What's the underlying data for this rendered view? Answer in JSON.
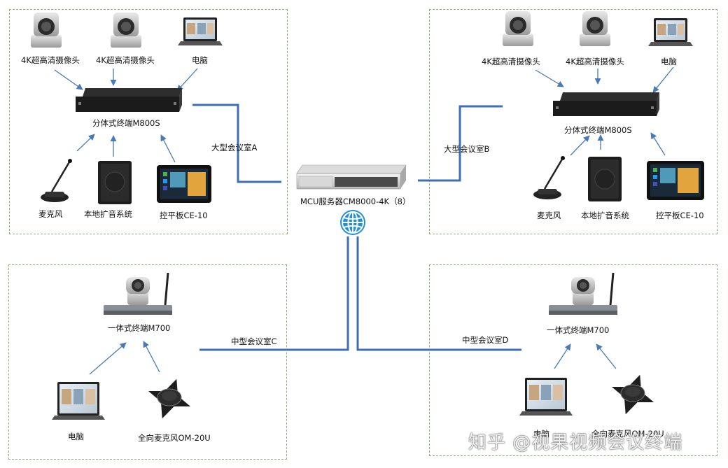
{
  "colors": {
    "link": "#3f6fb0",
    "arrow": "#4a7ab5",
    "border": "#8bb07a"
  },
  "center": {
    "server_label": "MCU服务器CM8000-4K（8）",
    "network_icon": "globe-icon"
  },
  "room_a": {
    "room_label": "大型会议室A",
    "camera1_label": "4K超高清摄像头",
    "camera2_label": "4K超高清摄像头",
    "computer_label": "电脑",
    "terminal_label": "分体式终端M800S",
    "mic_label": "麦克风",
    "speaker_label": "本地扩音系统",
    "panel_label": "控平板CE-10"
  },
  "room_b": {
    "room_label": "大型会议室B",
    "camera1_label": "4K超高清摄像头",
    "camera2_label": "4K超高清摄像头",
    "computer_label": "电脑",
    "terminal_label": "分体式终端M800S",
    "mic_label": "麦克风",
    "speaker_label": "本地扩音系统",
    "panel_label": "控平板CE-10"
  },
  "room_c": {
    "room_label": "中型会议室C",
    "terminal_label": "一体式终端M700",
    "computer_label": "电脑",
    "mic_label": "全向麦克风OM-20U"
  },
  "room_d": {
    "room_label": "中型会议室D",
    "terminal_label": "一体式终端M700",
    "computer_label": "电脑",
    "mic_label": "全向麦克风OM-20U"
  },
  "watermark": "知乎 @视果视频会议终端"
}
